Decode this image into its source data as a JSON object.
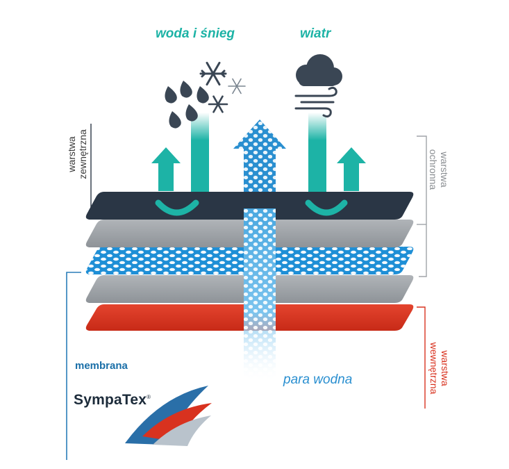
{
  "labels": {
    "water_snow": "woda i śnieg",
    "wind": "wiatr",
    "outer_layer": [
      "warstwa",
      "zewnętrzna"
    ],
    "protective_layer": [
      "warstwa",
      "ochronna"
    ],
    "inner_layer": [
      "warstwa",
      "wewnętrzna"
    ],
    "membrane": "membrana",
    "water_vapor": "para wodna",
    "brand": "SympaTex",
    "brand_mark": "®"
  },
  "colors": {
    "teal": "#1db3a6",
    "dark_navy": "#2a3645",
    "gray_layer": "#9ea3a8",
    "blue_layer": "#1f8fd6",
    "red_layer": "#d8321f",
    "bracket_gray": "#a0a4a8",
    "bracket_blue": "#2a7db8",
    "bracket_red": "#d8321f"
  }
}
